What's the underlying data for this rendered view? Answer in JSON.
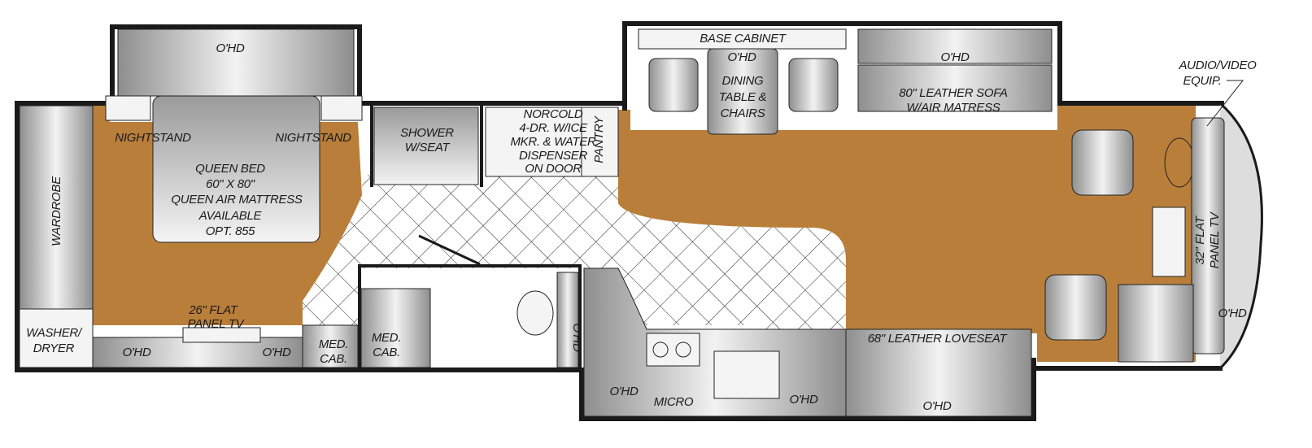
{
  "title": "RV Floor Plan",
  "colors": {
    "floor": "#b97f3a",
    "walls": "#1a1a1a",
    "tile": "#ffffff"
  },
  "bedroom": {
    "overhead": "O'HD",
    "nightstand_left": "NIGHTSTAND",
    "nightstand_right": "NIGHTSTAND",
    "bed_lines": [
      "QUEEN BED",
      "60\" X 80\"",
      "QUEEN AIR MATTRESS",
      "AVAILABLE",
      "OPT. 855"
    ],
    "wardrobe": "WARDROBE",
    "washer_lines": [
      "WASHER/",
      "DRYER"
    ],
    "tv_lines": [
      "26\" FLAT",
      "PANEL TV"
    ],
    "ohd_left": "O'HD",
    "ohd_right": "O'HD"
  },
  "bath": {
    "med_cab_1": [
      "MED.",
      "CAB."
    ],
    "med_cab_2": [
      "MED.",
      "CAB."
    ],
    "shower": [
      "SHOWER",
      "W/SEAT"
    ],
    "ohd": "O'HD"
  },
  "fridge": {
    "lines": [
      "NORCOLD",
      "4-DR. W/ICE",
      "MKR. & WATER",
      "DISPENSER",
      "ON DOOR"
    ],
    "pantry": "PANTRY"
  },
  "living": {
    "base_cabinet": "BASE CABINET",
    "dining_ohd": "O'HD",
    "dining_lines": [
      "DINING",
      "TABLE &",
      "CHAIRS"
    ],
    "sofa_ohd": "O'HD",
    "sofa_lines": [
      "80\" LEATHER SOFA",
      "W/AIR MATRESS"
    ],
    "av_lines": [
      "AUDIO/VIDEO",
      "EQUIP."
    ],
    "front_tv_lines": [
      "32\" FLAT",
      "PANEL TV"
    ],
    "front_ohd": "O'HD",
    "loveseat": "68\" LEATHER LOVESEAT",
    "loveseat_ohd": "O'HD"
  },
  "kitchen": {
    "ohd_left": "O'HD",
    "micro": "MICRO",
    "ohd_right": "O'HD"
  }
}
